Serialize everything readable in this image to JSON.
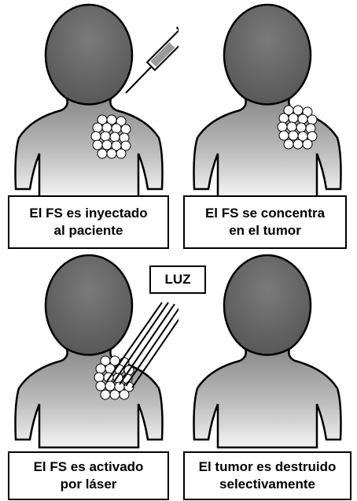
{
  "panels": [
    {
      "caption": "El  FS es inyectado\nal paciente"
    },
    {
      "caption": "El  FS se concentra\nen el tumor"
    },
    {
      "caption": "El  FS es activado\npor láser"
    },
    {
      "caption": "El tumor es destruido\nselectivamente"
    }
  ],
  "light_label": "LUZ",
  "colors": {
    "head": "#6e6e6e",
    "body_top": "#8a8a8a",
    "body_bottom": "#f2f2f2",
    "outline": "#000000"
  },
  "icons": [
    "person-silhouette-icon",
    "syringe-icon",
    "tumor-cells-icon",
    "laser-beams-icon"
  ]
}
